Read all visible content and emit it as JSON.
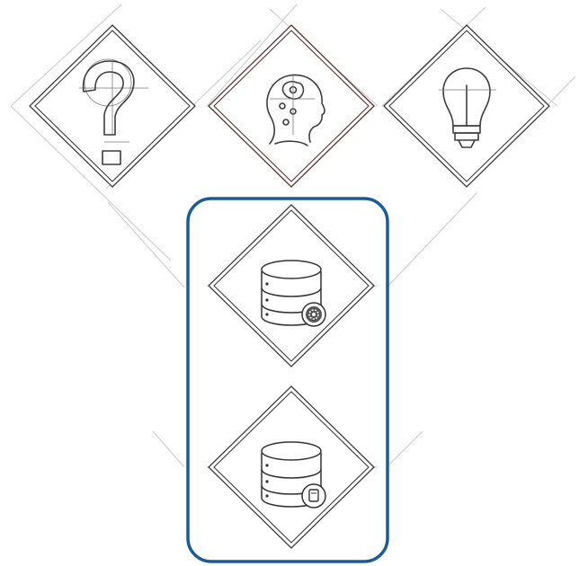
{
  "colors": {
    "highlight": "#1a5c96",
    "diamond_border": "#3a3a3a",
    "human_diamond_border": "#5a2e2e",
    "guide_lines": "#c9c9c9",
    "background": "#ffffff"
  },
  "tiles": [
    {
      "id": "question",
      "icon": "question-mark-icon",
      "highlighted": false
    },
    {
      "id": "human-head",
      "icon": "human-head-brain-icon",
      "highlighted": false
    },
    {
      "id": "idea",
      "icon": "light-bulb-icon",
      "highlighted": false
    },
    {
      "id": "database-processing",
      "icon": "database-gear-icon",
      "highlighted": true
    },
    {
      "id": "database-storage",
      "icon": "database-document-icon",
      "highlighted": true
    }
  ],
  "highlight_group": [
    "database-processing",
    "database-storage"
  ]
}
